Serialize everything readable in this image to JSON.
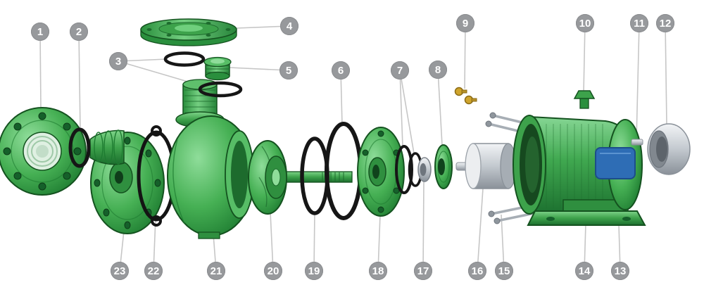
{
  "diagram": {
    "type": "pump-exploded-view",
    "callouts": [
      {
        "label": "1"
      },
      {
        "label": "2"
      },
      {
        "label": "3"
      },
      {
        "label": "4"
      },
      {
        "label": "5"
      },
      {
        "label": "6"
      },
      {
        "label": "7"
      },
      {
        "label": "8"
      },
      {
        "label": "9"
      },
      {
        "label": "10"
      },
      {
        "label": "11"
      },
      {
        "label": "12"
      },
      {
        "label": "13"
      },
      {
        "label": "14"
      },
      {
        "label": "15"
      },
      {
        "label": "16"
      },
      {
        "label": "17"
      },
      {
        "label": "18"
      },
      {
        "label": "19"
      },
      {
        "label": "20"
      },
      {
        "label": "21"
      },
      {
        "label": "22"
      },
      {
        "label": "23"
      }
    ],
    "colors": {
      "part_green": "#3da24b",
      "part_green_light": "#8fdd9a",
      "part_green_dark": "#1c6e2e",
      "ring_black": "#161616",
      "metal_gray": "#c3c9cf",
      "accent_blue": "#2e6db5",
      "brass": "#cfa42c",
      "badge_gray": "#97999c",
      "leader_line": "#c6c6c6",
      "background": "#ffffff"
    }
  }
}
